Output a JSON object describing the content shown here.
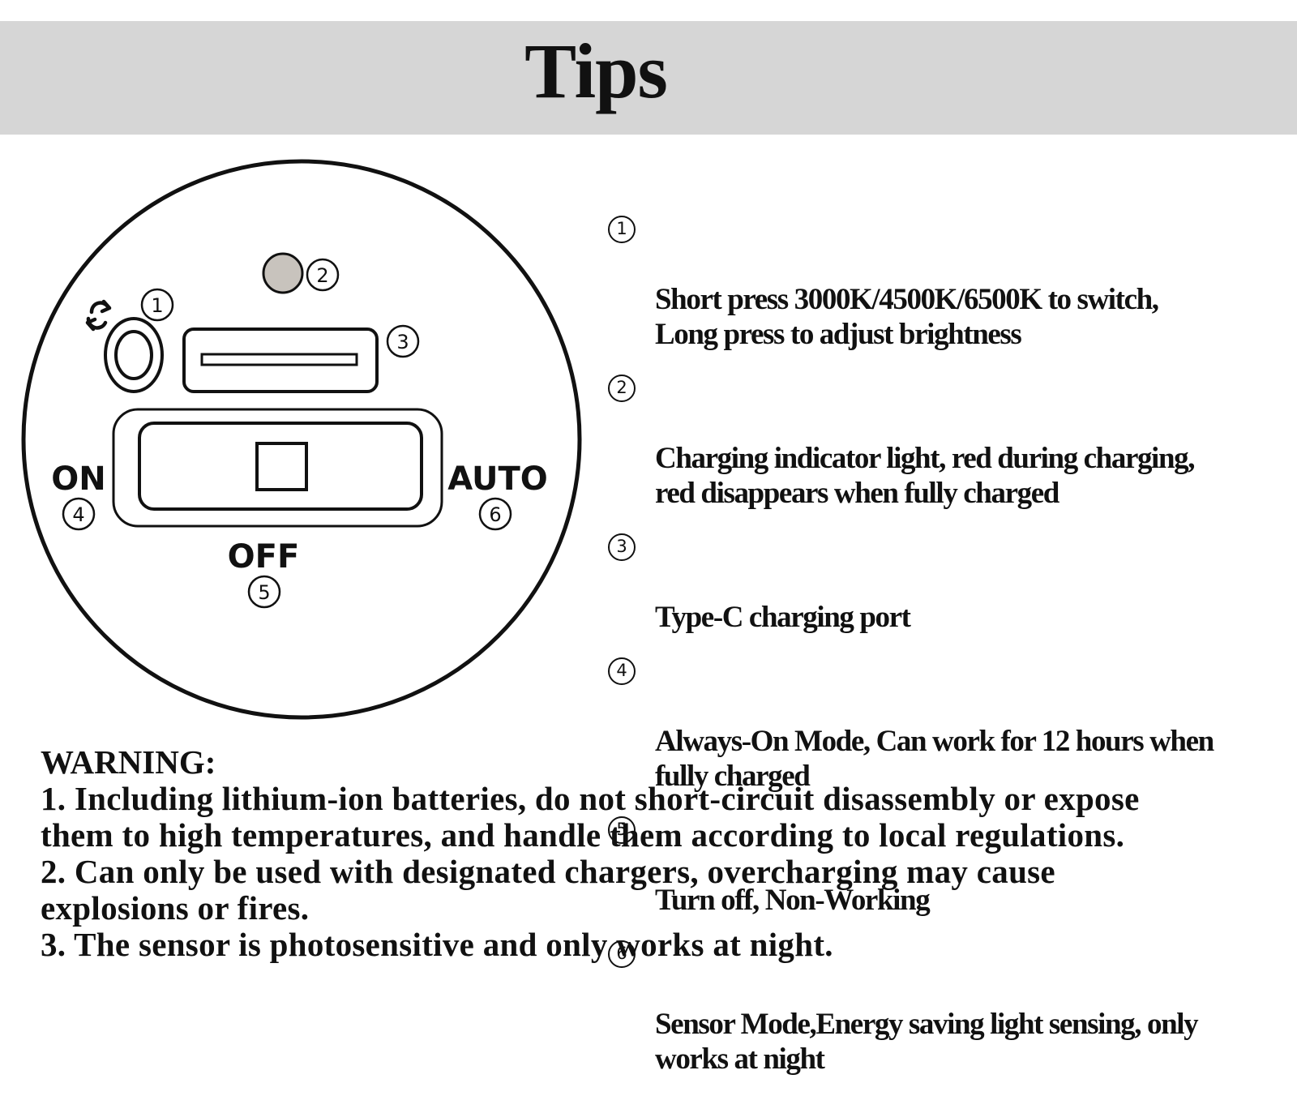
{
  "header": {
    "title": "Tips"
  },
  "diagram": {
    "switch_labels": {
      "on": "ON",
      "off": "OFF",
      "auto": "AUTO"
    },
    "callouts": [
      "1",
      "2",
      "3",
      "4",
      "5",
      "6"
    ],
    "indicator_color": "#c8c3bd"
  },
  "legend": [
    {
      "num": "1",
      "text": "Short press 3000K/4500K/6500K to switch,\nLong press to adjust brightness"
    },
    {
      "num": "2",
      "text": "Charging indicator light, red during charging,\nred disappears when fully charged"
    },
    {
      "num": "3",
      "text": "Type-C charging port"
    },
    {
      "num": "4",
      "text": "Always-On Mode, Can work for 12 hours when\nfully charged"
    },
    {
      "num": "5",
      "text": "Turn off, Non-Working"
    },
    {
      "num": "6",
      "text": "Sensor Mode,Energy saving light sensing, only\nworks at night"
    }
  ],
  "warning": {
    "title": "WARNING:",
    "lines": [
      "1. Including lithium-ion batteries, do not short-circuit disassembly or expose",
      "them to high temperatures, and handle them according to local regulations.",
      "2. Can only be used with designated chargers, overcharging may cause",
      "explosions or fires.",
      "3. The sensor is photosensitive and only works at night."
    ]
  }
}
